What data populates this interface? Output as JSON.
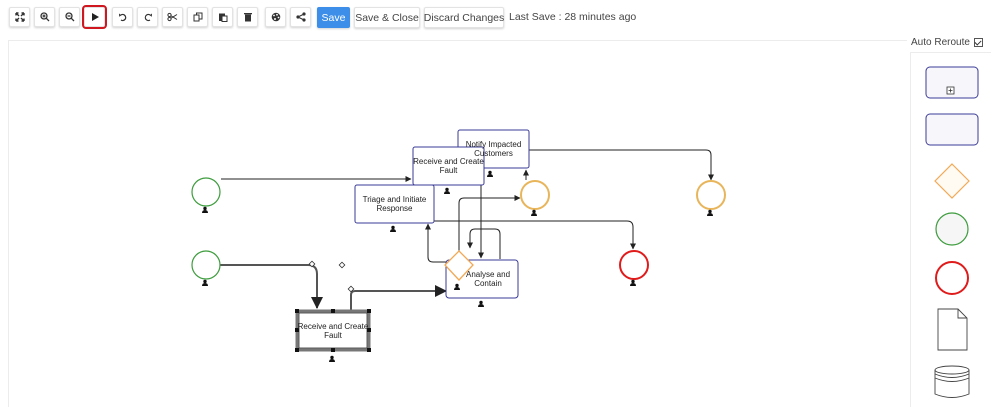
{
  "toolbar": {
    "buttons": [
      {
        "name": "fit-to-screen",
        "icon": "expand-icon"
      },
      {
        "name": "zoom-in",
        "icon": "zoom-in-icon"
      },
      {
        "name": "zoom-out",
        "icon": "zoom-out-icon"
      },
      {
        "name": "play",
        "icon": "play-icon",
        "active": true
      },
      {
        "name": "undo",
        "icon": "undo-icon"
      },
      {
        "name": "redo",
        "icon": "redo-icon"
      },
      {
        "name": "cut",
        "icon": "scissors-icon"
      },
      {
        "name": "copy",
        "icon": "copy-icon"
      },
      {
        "name": "paste",
        "icon": "paste-icon"
      },
      {
        "name": "delete",
        "icon": "trash-icon"
      },
      {
        "name": "palette",
        "icon": "palette-icon"
      },
      {
        "name": "share",
        "icon": "share-icon"
      }
    ],
    "save_label": "Save",
    "save_close_label": "Save & Close",
    "discard_label": "Discard Changes",
    "last_save": "Last Save : 28 minutes ago"
  },
  "sidebar": {
    "auto_reroute_label": "Auto Reroute",
    "auto_reroute_checked": true,
    "palette_items": [
      "subprocess",
      "task",
      "gateway",
      "start-event",
      "end-event",
      "document",
      "data-store"
    ]
  },
  "diagram": {
    "tasks": [
      {
        "id": "notify",
        "label": "Notify Impacted Customers"
      },
      {
        "id": "receive-top",
        "label": "Receive and Create Fault"
      },
      {
        "id": "triage",
        "label": "Triage and Initiate Response"
      },
      {
        "id": "analyse",
        "label": "Analyse and Contain"
      },
      {
        "id": "receive-selected",
        "label": "Receive and Create Fault"
      }
    ],
    "colors": {
      "task_border": "#3b3b9a",
      "start": "#3d9c3d",
      "end": "#e01b1b",
      "intermediate": "#e8b55a",
      "gateway": "#f2a955",
      "edge": "#222222",
      "active_outline": "#d0161f",
      "primary_button": "#3d8ee8"
    }
  }
}
